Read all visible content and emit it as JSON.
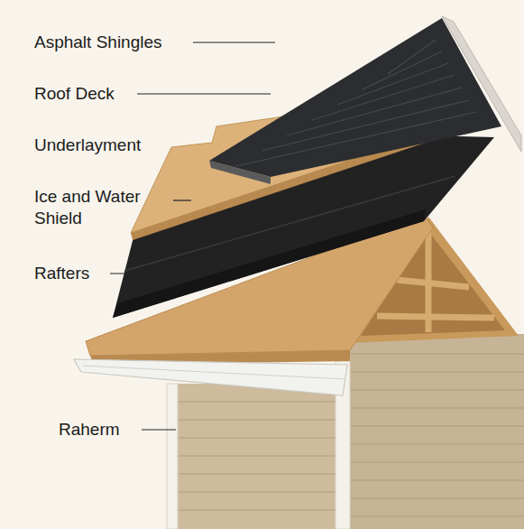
{
  "diagram": {
    "labels": [
      "Asphalt Shingles",
      "Roof Deck",
      "Underlayment",
      "Ice and Water Shield",
      "Rafters",
      "Raherm"
    ]
  }
}
